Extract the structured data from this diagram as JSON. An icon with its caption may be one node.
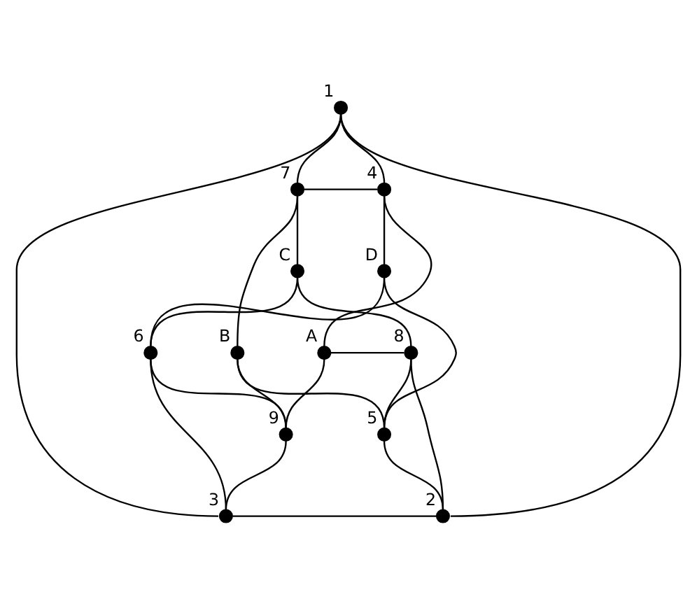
{
  "diagram": {
    "nodes": [
      {
        "text": [],
        "shape": "circle",
        "beside": [
          "1"
        ]
      },
      {
        "text": [],
        "shape": "circle",
        "beside": [
          "7"
        ]
      },
      {
        "text": [],
        "shape": "circle",
        "beside": [
          "4"
        ]
      },
      {
        "text": [],
        "shape": "circle",
        "beside": [
          "C"
        ]
      },
      {
        "text": [],
        "shape": "circle",
        "beside": [
          "D"
        ]
      },
      {
        "text": [],
        "shape": "circle",
        "beside": [
          "6"
        ]
      },
      {
        "text": [],
        "shape": "circle",
        "beside": [
          "B"
        ]
      },
      {
        "text": [],
        "shape": "circle",
        "beside": [
          "A"
        ]
      },
      {
        "text": [],
        "shape": "circle",
        "beside": [
          "8"
        ]
      },
      {
        "text": [],
        "shape": "circle",
        "beside": [
          "3"
        ]
      },
      {
        "text": [],
        "shape": "circle",
        "beside": [
          "9"
        ]
      },
      {
        "text": [],
        "shape": "circle",
        "beside": [
          "5"
        ]
      },
      {
        "text": [],
        "shape": "circle",
        "beside": [
          "2"
        ]
      }
    ],
    "edges": [
      {
        "from": 0,
        "to": 9,
        "arrow": "none"
      },
      {
        "from": 0,
        "to": 12,
        "arrow": "none"
      },
      {
        "from": 0,
        "to": 1,
        "arrow": "none"
      },
      {
        "from": 0,
        "to": 2,
        "arrow": "none"
      },
      {
        "from": 1,
        "to": 2,
        "arrow": "none"
      },
      {
        "from": 1,
        "to": 3,
        "arrow": "none"
      },
      {
        "from": 1,
        "to": 6,
        "arrow": "none"
      },
      {
        "from": 2,
        "to": 4,
        "arrow": "none"
      },
      {
        "from": 2,
        "to": 7,
        "arrow": "none"
      },
      {
        "from": 3,
        "to": 5,
        "arrow": "none"
      },
      {
        "from": 3,
        "to": 8,
        "arrow": "none"
      },
      {
        "from": 5,
        "to": 4,
        "arrow": "none"
      },
      {
        "from": 5,
        "to": 9,
        "arrow": "none"
      },
      {
        "from": 5,
        "to": 10,
        "arrow": "none"
      },
      {
        "from": 6,
        "to": 10,
        "arrow": "none"
      },
      {
        "from": 6,
        "to": 11,
        "arrow": "none"
      },
      {
        "from": 7,
        "to": 8,
        "arrow": "none"
      },
      {
        "from": 7,
        "to": 10,
        "arrow": "none"
      },
      {
        "from": 4,
        "to": 11,
        "arrow": "none"
      },
      {
        "from": 8,
        "to": 11,
        "arrow": "none"
      },
      {
        "from": 8,
        "to": 12,
        "arrow": "none"
      },
      {
        "from": 9,
        "to": 10,
        "arrow": "none"
      },
      {
        "from": 9,
        "to": 12,
        "arrow": "none"
      },
      {
        "from": 11,
        "to": 12,
        "arrow": "none"
      }
    ]
  }
}
